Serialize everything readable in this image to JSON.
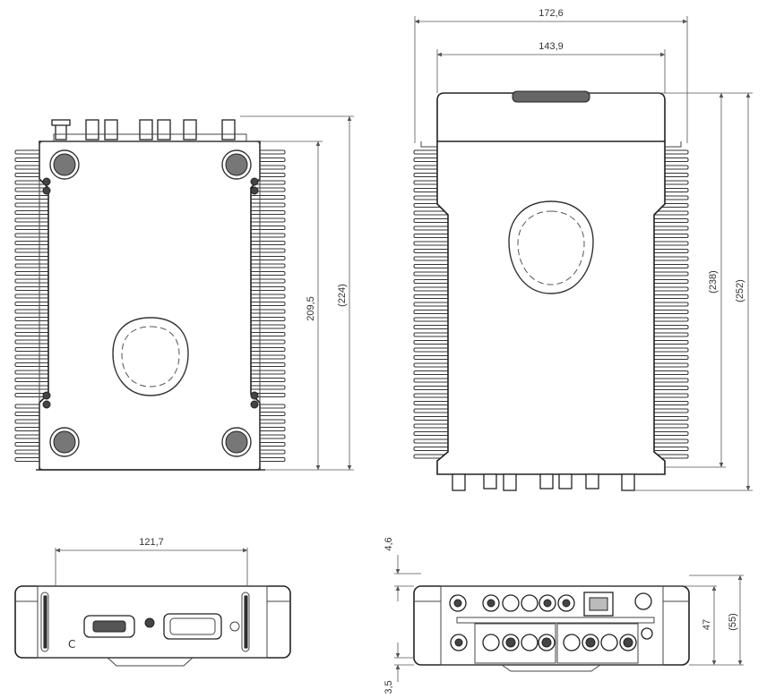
{
  "dimensions": {
    "top_left_height": "209,5",
    "top_left_height_ref": "(224)",
    "top_right_width": "172,6",
    "top_right_inner_width": "143,9",
    "top_right_height_ref": "(238)",
    "top_right_total_ref": "(252)",
    "front_width": "121,7",
    "side_top_offset": "4,6",
    "side_bottom_offset": "3,5",
    "side_height": "47",
    "side_height_ref": "(55)"
  },
  "views": [
    "top-view",
    "bottom-view",
    "front-view",
    "rear-panel-view"
  ]
}
